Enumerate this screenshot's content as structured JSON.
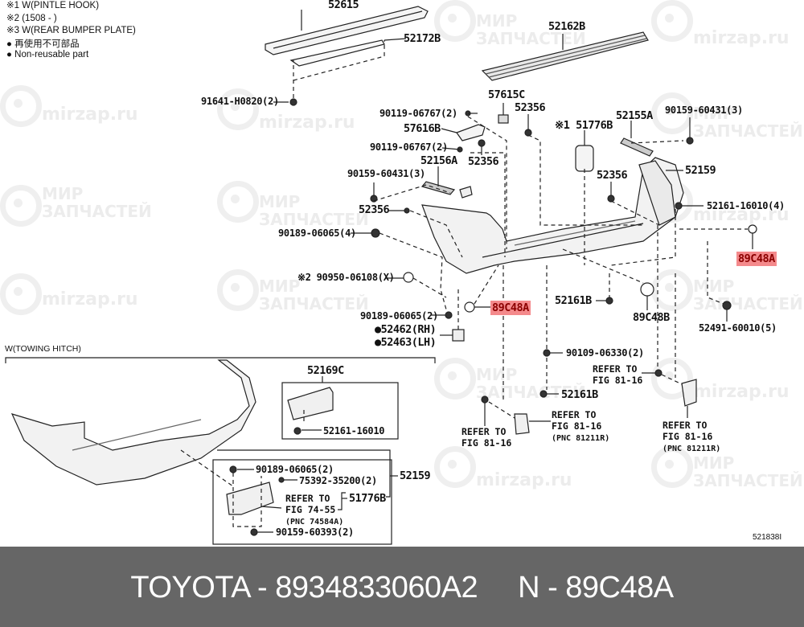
{
  "notes": {
    "n1": "※1 W(PINTLE HOOK)",
    "n2": "※2 (1508 -      )",
    "n3": "※3 W(REAR BUMPER PLATE)",
    "n4": "● 再使用不可部品",
    "n5": "● Non-reusable part"
  },
  "watermark": {
    "site": "mirzap.ru",
    "ru_line1": "МИР",
    "ru_line2": "ЗАПЧАСТЕЙ"
  },
  "labels": {
    "p52615": "52615",
    "p52172B": "52172B",
    "p91641": "91641-H0820(2)",
    "p52162B": "52162B",
    "p90119a": "90119-06767(2)",
    "p57615C": "57615C",
    "p52356a": "52356",
    "p57616B": "57616B",
    "p90119b": "90119-06767(2)",
    "p52356b": "52356",
    "p52156A": "52156A",
    "p51776B_top": "※1 51776B",
    "p52155A": "52155A",
    "p90159_right": "90159-60431(3)",
    "p90159_left": "90159-60431(3)",
    "p52356c": "52356",
    "p52159_top": "52159",
    "p52356d": "52356",
    "p52161_16010_4": "52161-16010(4)",
    "p90189_4": "90189-06065(4)",
    "p89C48A_right": "89C48A",
    "p90950": "※2 90950-06108(X)",
    "p52161B_a": "52161B",
    "p89C48B": "89C48B",
    "p52491": "52491-60010(5)",
    "p90189_2": "90189-06065(2)",
    "p89C48A_left": "89C48A",
    "p52462": "●52462(RH)",
    "p52463": "●52463(LH)",
    "p90109": "90109-06330(2)",
    "p52161B_b": "52161B",
    "p52169C": "52169C",
    "p52161_16010": "52161-16010",
    "p90189_box": "90189-06065(2)",
    "p75392": "75392-35200(2)",
    "p52159_box": "52159",
    "p51776B_box": "51776B",
    "p90159_60393": "90159-60393(2)",
    "diagram_code": "521838I"
  },
  "refs": {
    "r_mid_right": "REFER TO\nFIG 81-16",
    "r_center": "REFER TO\nFIG 81-16",
    "r_center_pnc": "(PNC 81211R)",
    "r_left": "REFER TO\nFIG 81-16",
    "r_right": "REFER TO\nFIG 81-16",
    "r_right_pnc": "(PNC 81211R)",
    "r_box": "REFER TO\nFIG 74-55",
    "r_box_pnc": "(PNC 74584A)"
  },
  "section": {
    "towing_hitch": "W(TOWING HITCH)"
  },
  "highlight": {
    "part": "89C48A",
    "color": "#f48a8c",
    "text_color": "#8b0000"
  },
  "footer": {
    "brand_part": "TOYOTA - 8934833060A2",
    "pnc": "N - 89C48A",
    "background": "#666666"
  }
}
